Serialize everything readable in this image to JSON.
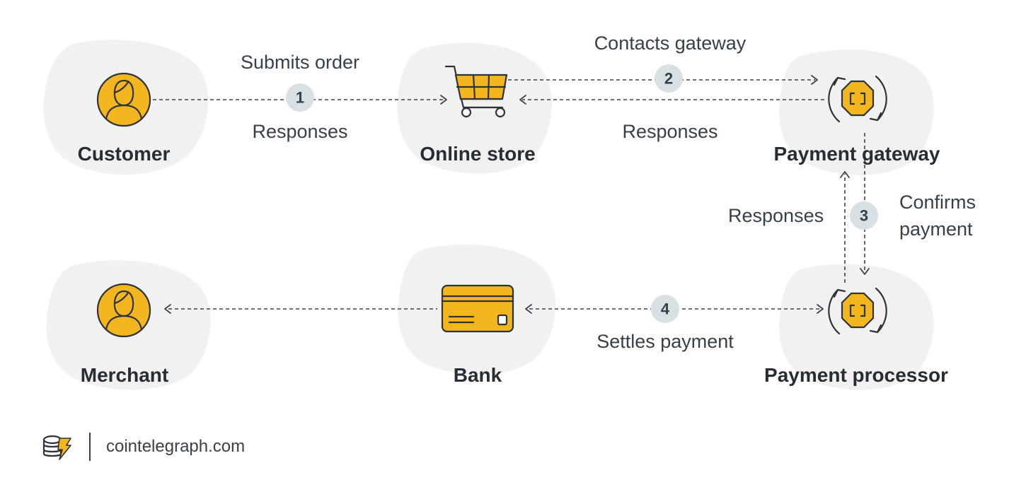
{
  "nodes": {
    "customer": "Customer",
    "online_store": "Online store",
    "payment_gateway": "Payment gateway",
    "merchant": "Merchant",
    "bank": "Bank",
    "payment_processor": "Payment processor"
  },
  "steps": {
    "step1": {
      "number": "1",
      "top_label": "Submits order",
      "bottom_label": "Responses"
    },
    "step2": {
      "number": "2",
      "top_label": "Contacts gateway",
      "bottom_label": "Responses"
    },
    "step3": {
      "number": "3",
      "left_label": "Responses",
      "right_label_line1": "Confirms",
      "right_label_line2": "payment"
    },
    "step4": {
      "number": "4",
      "bottom_label": "Settles payment"
    }
  },
  "footer": {
    "brand": "cointelegraph.com"
  },
  "colors": {
    "accent": "#f3b61f",
    "badge": "#d8e0e4",
    "blob": "#f1f1f1",
    "stroke": "#2d3338"
  },
  "icons": [
    "person-icon",
    "shopping-cart-icon",
    "crypto-gateway-icon",
    "credit-card-icon",
    "cointelegraph-logo-icon"
  ]
}
